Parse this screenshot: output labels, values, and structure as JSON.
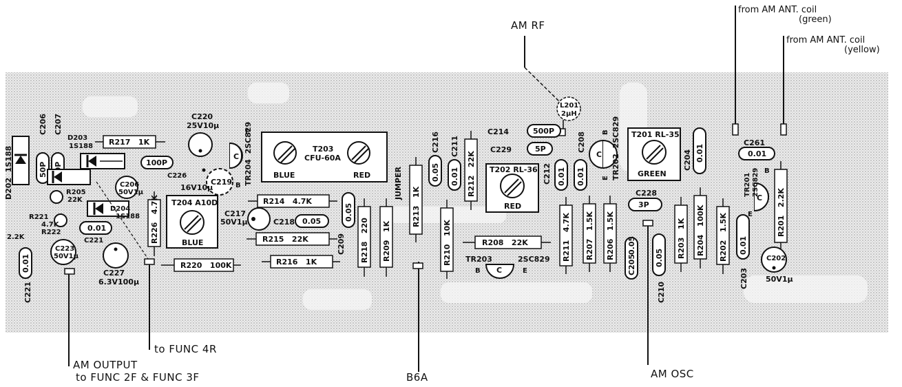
{
  "annotations": {
    "am_rf": "AM RF",
    "green_1": "from AM ANT. coil",
    "green_2": "(green)",
    "yellow_1": "from AM ANT. coil",
    "yellow_2": "(yellow)",
    "am_output_1": "AM OUTPUT",
    "am_output_2": "to FUNC 2F & FUNC 3F",
    "func4r": "to FUNC 4R",
    "b6a": "B6A",
    "am_osc": "AM OSC",
    "jumper": "JUMPER"
  },
  "transformers": {
    "t203_name": "T203",
    "t203_type": "CFU-60A",
    "t203_left": "BLUE",
    "t203_right": "RED",
    "t204_name": "T204 A10D",
    "t204_color": "BLUE",
    "t202_name": "T202 RL-36",
    "t202_color": "RED",
    "t201_name": "T201 RL-35",
    "t201_color": "GREEN"
  },
  "coil": {
    "ref": "L201",
    "value": "2μH"
  },
  "resistors": {
    "r217": "R217   1K",
    "r214": "R214   4.7K",
    "r215": "R215   22K",
    "r216": "R216   1K",
    "r220": "R220   100K",
    "r208": "R208   22K",
    "r226": "R226   4.7K",
    "r218": "R218   220",
    "r209": "R209   1K",
    "r213": "R213   1K",
    "r210": "R210   10K",
    "r212": "R212   22K",
    "r211": "R211   4.7K",
    "r207": "R207   1.5K",
    "r206": "R206   1.5K",
    "r203": "R203   1K",
    "r204": "R204   100K",
    "r202": "R202   1.5K",
    "r201": "R201   2.2K",
    "r205": "R205",
    "r205v": "22K",
    "r221": "R221",
    "r221v": "4.7K",
    "r222": "R222",
    "r222v": "2.2K"
  },
  "capacitors": {
    "c206": "C206",
    "c206v": "50P",
    "c207": "C207",
    "c207v": "30P",
    "c220": "C220",
    "c220v": "25V10μ",
    "c226v": "100P",
    "c226": "C226",
    "c219": "C219",
    "c219v": "16V10μ",
    "c206e": "C206",
    "c206ev": "50V1μ",
    "c217": "C217",
    "c217v": "50V1μ",
    "c218": "C218",
    "c218v": "0.05",
    "c209": "C209",
    "c209v": "0.05",
    "c221": "C221",
    "c221v": "0.01",
    "c221b": "C221",
    "c221bv": "0.01",
    "c223": "C223",
    "c223v": "50V1μ",
    "c227": "C227",
    "c227v": "6.3V100μ",
    "c216": "C216",
    "c216v": "0.05",
    "c211": "C211",
    "c211v": "0.01",
    "c214": "C214",
    "c214v": "500P",
    "c229": "C229",
    "c229v": "5P",
    "c208": "C208",
    "c208v": "0.01",
    "c212": "C212",
    "c212v": "0.01",
    "c204": "C204",
    "c204v": "0.01",
    "c261": "C261",
    "c261v": "0.01",
    "c228": "C228",
    "c228v": "3P",
    "c205": "C205",
    "c205v": "0.05",
    "c210": "C210",
    "c210v": "0.05",
    "c203": "C203",
    "c203v": "0.01",
    "c202": "C202",
    "c202v": "50V1μ"
  },
  "diodes": {
    "d202": "D202  1S188",
    "d203": "D203",
    "d203v": "1S188",
    "d204": "D204",
    "d204v": "1S188"
  },
  "transistors": {
    "tr204": "TR204  2SC829",
    "tr203": "TR203",
    "tr203v": "2SC829",
    "tr202": "TR202  2SC829",
    "tr201": "TR201",
    "tr201v": "2SC829",
    "c": "C",
    "b": "B",
    "e": "E"
  }
}
